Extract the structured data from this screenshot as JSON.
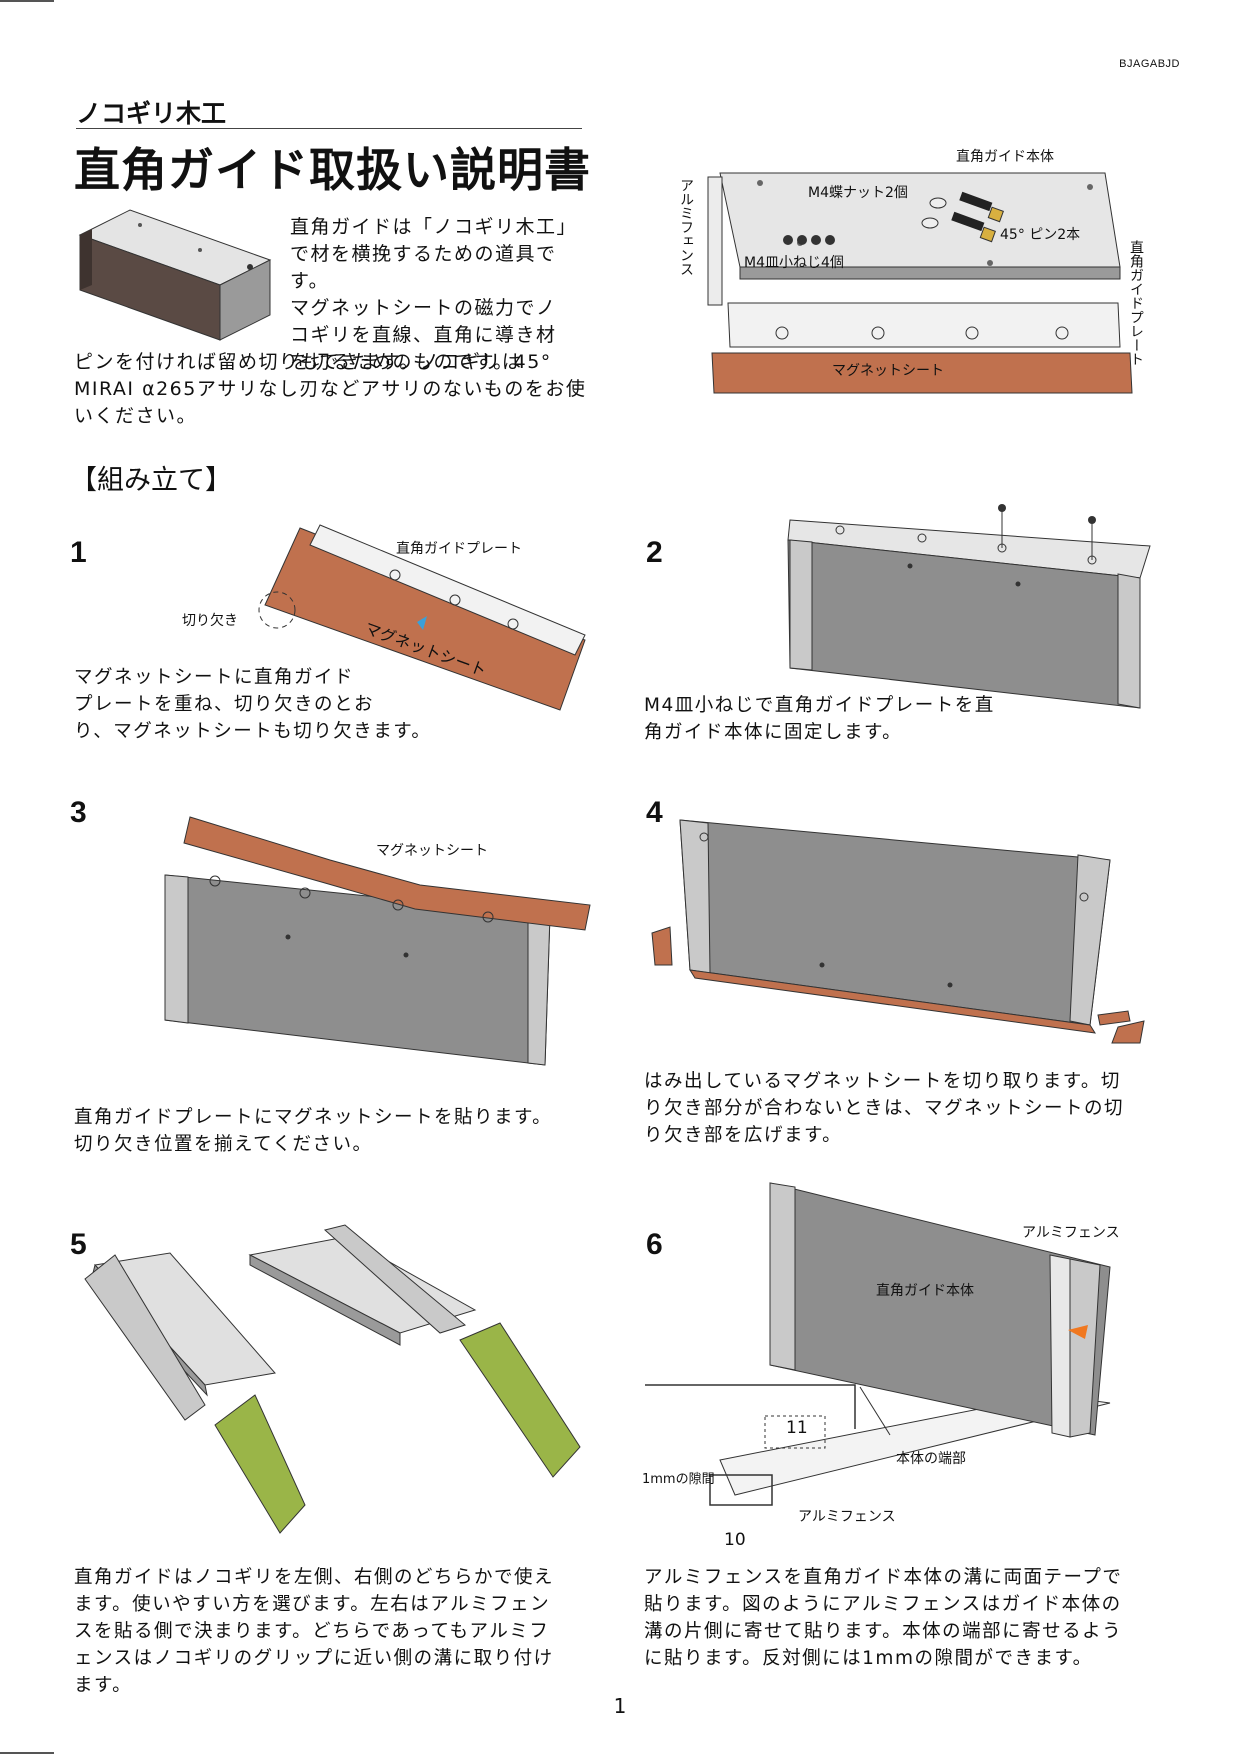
{
  "doc_id": "BJAGABJD",
  "series": "ノコギリ木工",
  "title": "直角ガイド取扱い説明書",
  "intro_lines": [
    "直角ガイドは「ノコギリ木工」",
    "で材を横挽するための道具です。",
    "マグネットシートの磁力でノ",
    "コギリを直線、直角に導き材",
    "を切るためのものです。45°",
    "ピンを付ければ留め切りもできます。ノコギリは",
    "MIRAI α265アサリなし刃などアサリのないものをお使",
    "いください。"
  ],
  "parts": {
    "main_body": "直角ガイド本体",
    "wing_nut": "M4蝶ナット2個",
    "pin": "45° ピン2本",
    "screw": "M4皿小ねじ4個",
    "alu_fence_vertical": "アルミフェンス",
    "guide_plate_vertical": "直角ガイドプレート",
    "magnet_sheet": "マグネットシート"
  },
  "section_heading": "【組み立て】",
  "steps": [
    {
      "num": "1",
      "lines": [
        "マグネットシートに直角ガイド",
        "プレートを重ね、切り欠きのとお",
        "り、マグネットシートも切り欠きます。"
      ],
      "labels": {
        "plate": "直角ガイドプレート",
        "notch": "切り欠き",
        "sheet": "マグネットシート"
      }
    },
    {
      "num": "2",
      "lines": [
        "M4皿小ねじで直角ガイドプレートを直",
        "角ガイド本体に固定します。"
      ]
    },
    {
      "num": "3",
      "lines": [
        "直角ガイドプレートにマグネットシートを貼ります。",
        "切り欠き位置を揃えてください。"
      ],
      "labels": {
        "sheet": "マグネットシート"
      }
    },
    {
      "num": "4",
      "lines": [
        "はみ出しているマグネットシートを切り取ります。切",
        "り欠き部分が合わないときは、マグネットシートの切",
        "り欠き部を広げます。"
      ]
    },
    {
      "num": "5",
      "lines": [
        "直角ガイドはノコギリを左側、右側のどちらかで使え",
        "ます。使いやすい方を選びます。左右はアルミフェン",
        "スを貼る側で決まります。どちらであってもアルミフ",
        "ェンスはノコギリのグリップに近い側の溝に取り付け",
        "ます。"
      ]
    },
    {
      "num": "6",
      "lines": [
        "アルミフェンスを直角ガイド本体の溝に両面テープで",
        "貼ります。図のようにアルミフェンスはガイド本体の",
        "溝の片側に寄せて貼ります。本体の端部に寄せるよう",
        "に貼ります。反対側には1mmの隙間ができます。"
      ],
      "labels": {
        "fence": "アルミフェンス",
        "body": "直角ガイド本体",
        "edge": "本体の端部",
        "gap": "1mmの隙間",
        "fence2": "アルミフェンス",
        "dim11": "11",
        "dim10": "10"
      }
    }
  ],
  "page_number": "1",
  "colors": {
    "magnet": "#c0714e",
    "panel": "#8e8e8e",
    "panel_light": "#d9d9d9",
    "handle": "#9ab548",
    "arrow": "#f07820",
    "blue_arrow": "#3aa0d8"
  }
}
